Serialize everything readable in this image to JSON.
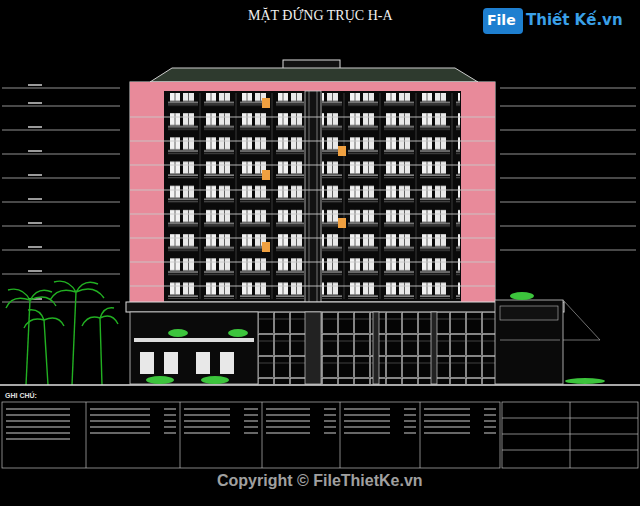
{
  "diagram": {
    "title": "MẶT ĐỨNG TRỤC H-A",
    "labels": [
      "File",
      "Thiết Kế.vn",
      "GHI CHÚ:",
      "Copyright © FileThietKe.vn"
    ]
  }
}
